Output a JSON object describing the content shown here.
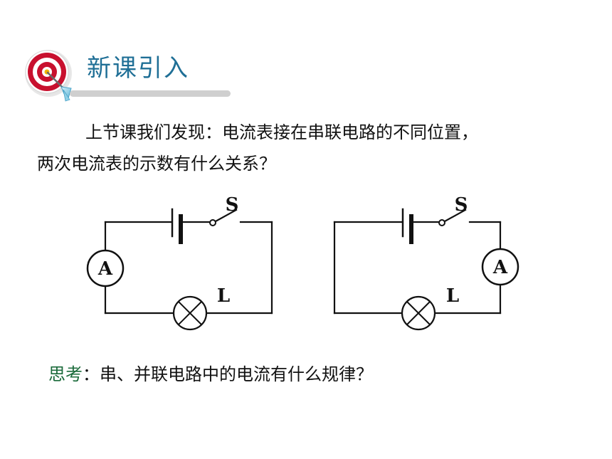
{
  "header": {
    "title": "新课引入"
  },
  "intro": {
    "line1": "上节课我们发现：电流表接在串联电路的不同位置，",
    "line2": "两次电流表的示数有什么关系？"
  },
  "circuits": {
    "left": {
      "switch_label": "S",
      "ammeter_label": "A",
      "lamp_label": "L"
    },
    "right": {
      "switch_label": "S",
      "ammeter_label": "A",
      "lamp_label": "L"
    }
  },
  "think": {
    "label": "思考",
    "colon": "：",
    "text": "串、并联电路中的电流有什么规律？"
  },
  "colors": {
    "title": "#1f6f96",
    "think_label": "#1a6a3a",
    "rule": "#cfcfcf",
    "target_red": "#c8102e"
  }
}
